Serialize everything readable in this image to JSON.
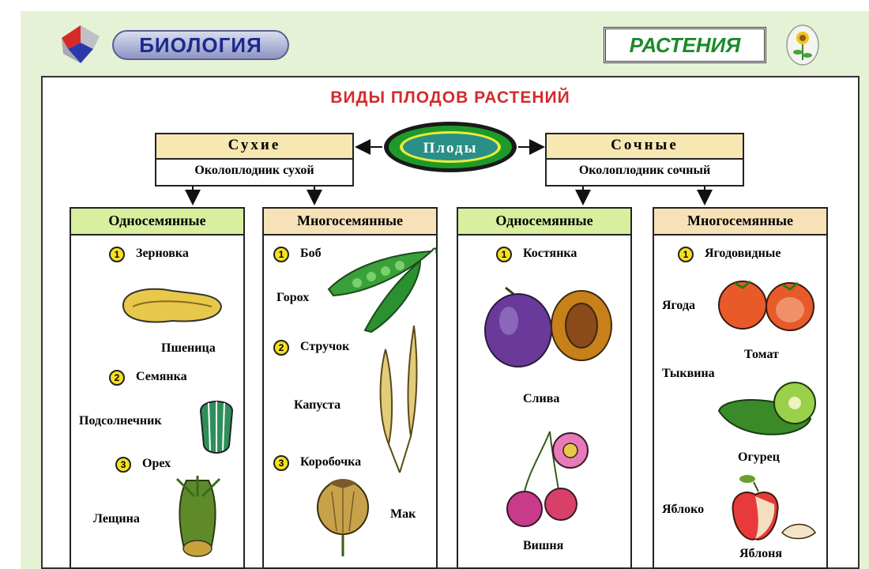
{
  "header": {
    "subject": "БИОЛОГИЯ",
    "section": "РАСТЕНИЯ"
  },
  "title": "ВИДЫ ПЛОДОВ РАСТЕНИЙ",
  "center": "Плоды",
  "dry": {
    "label": "Сухие",
    "sub": "Околоплодник сухой"
  },
  "juicy": {
    "label": "Сочные",
    "sub": "Околоплодник сочный"
  },
  "columns": [
    {
      "header": "Односемянные",
      "items": [
        {
          "num": "1",
          "type": "Зерновка",
          "example": "Пшеница"
        },
        {
          "num": "2",
          "type": "Семянка",
          "example": "Подсолнечник"
        },
        {
          "num": "3",
          "type": "Орех",
          "example": "Лещина"
        }
      ]
    },
    {
      "header": "Многосемянные",
      "items": [
        {
          "num": "1",
          "type": "Боб",
          "example": "Горох"
        },
        {
          "num": "2",
          "type": "Стручок",
          "example": "Капуста"
        },
        {
          "num": "3",
          "type": "Коробочка",
          "example": "Мак"
        }
      ]
    },
    {
      "header": "Односемянные",
      "items": [
        {
          "num": "1",
          "type": "Костянка",
          "example": "Слива",
          "example2": "Вишня"
        }
      ]
    },
    {
      "header": "Многосемянные",
      "items": [
        {
          "num": "1",
          "type": "Ягодовидные",
          "ex_a": "Ягода",
          "ex_b": "Томат",
          "ex_c": "Тыквина",
          "ex_d": "Огурец",
          "ex_e": "Яблоко",
          "ex_f": "Яблоня"
        }
      ]
    }
  ],
  "colors": {
    "title": "#d42a2a",
    "header_green": "#d8ef9e",
    "header_tan": "#f7e2b8",
    "ellipse_fill": "#2a9f8a",
    "ellipse_ring": "#1a7a1a"
  }
}
